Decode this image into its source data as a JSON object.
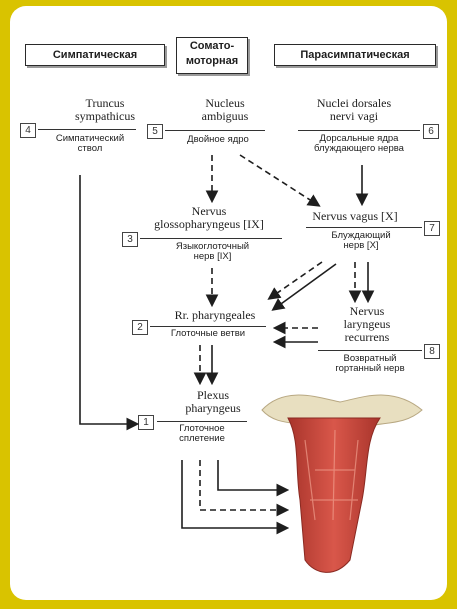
{
  "headers": {
    "sympathetic": "Симпатическая",
    "somatomotor": "Сомато-\nмоторная",
    "parasympathetic": "Парасимпатическая"
  },
  "nodes": {
    "n4": {
      "number": "4",
      "latin": "Truncus\nsympathicus",
      "russian": "Симпатический\nствол"
    },
    "n5": {
      "number": "5",
      "latin": "Nucleus\nambiguus",
      "russian": "Двойное ядро"
    },
    "n6": {
      "number": "6",
      "latin": "Nuclei dorsales\nnervi vagi",
      "russian": "Дорсальные ядра\nблуждающего нерва"
    },
    "n3": {
      "number": "3",
      "latin": "Nervus\nglossopharyngeus [IX]",
      "russian": "Языкоглоточный\nнерв [IX]"
    },
    "n7": {
      "number": "7",
      "latin": "Nervus vagus [X]",
      "russian": "Блуждающий\nнерв [X]"
    },
    "n2": {
      "number": "2",
      "latin": "Rr. pharyngeales",
      "russian": "Глоточные ветви"
    },
    "n8": {
      "number": "8",
      "latin": "Nervus\nlaryngeus\nrecurrens",
      "russian": "Возвратный\nгортанный нерв"
    },
    "n1": {
      "number": "1",
      "latin": "Plexus\npharyngeus",
      "russian": "Глоточное\nсплетение"
    }
  },
  "colors": {
    "frame": "#d9c300",
    "muscle": "#c8473a",
    "bone": "#e8dfc0"
  }
}
